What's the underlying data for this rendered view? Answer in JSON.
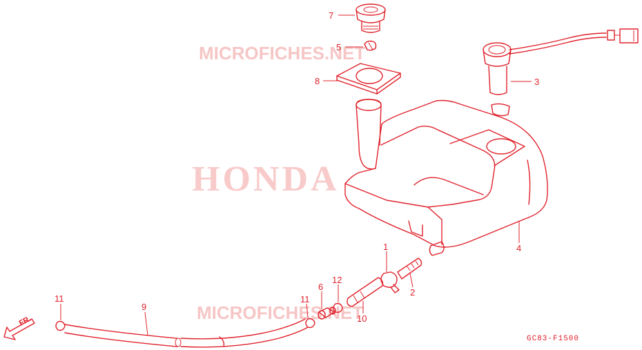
{
  "colors": {
    "line": "#e0202a",
    "watermark": "#f6c6c6",
    "background": "#ffffff"
  },
  "watermarks": {
    "top": "MICROFICHES.NET",
    "center": "HONDA",
    "bottom": "MICROFICHES.NET"
  },
  "callouts": [
    {
      "id": "7",
      "label": "7"
    },
    {
      "id": "5",
      "label": "5"
    },
    {
      "id": "8",
      "label": "8"
    },
    {
      "id": "3",
      "label": "3"
    },
    {
      "id": "4",
      "label": "4"
    },
    {
      "id": "1",
      "label": "1"
    },
    {
      "id": "2",
      "label": "2"
    },
    {
      "id": "12",
      "label": "12"
    },
    {
      "id": "6",
      "label": "6"
    },
    {
      "id": "11a",
      "label": "11"
    },
    {
      "id": "10",
      "label": "10"
    },
    {
      "id": "11b",
      "label": "11"
    },
    {
      "id": "9",
      "label": "9"
    }
  ],
  "direction_label": "FR.",
  "figure_code": "GC83-F1500",
  "icons": {
    "direction": "front-arrow-icon"
  }
}
